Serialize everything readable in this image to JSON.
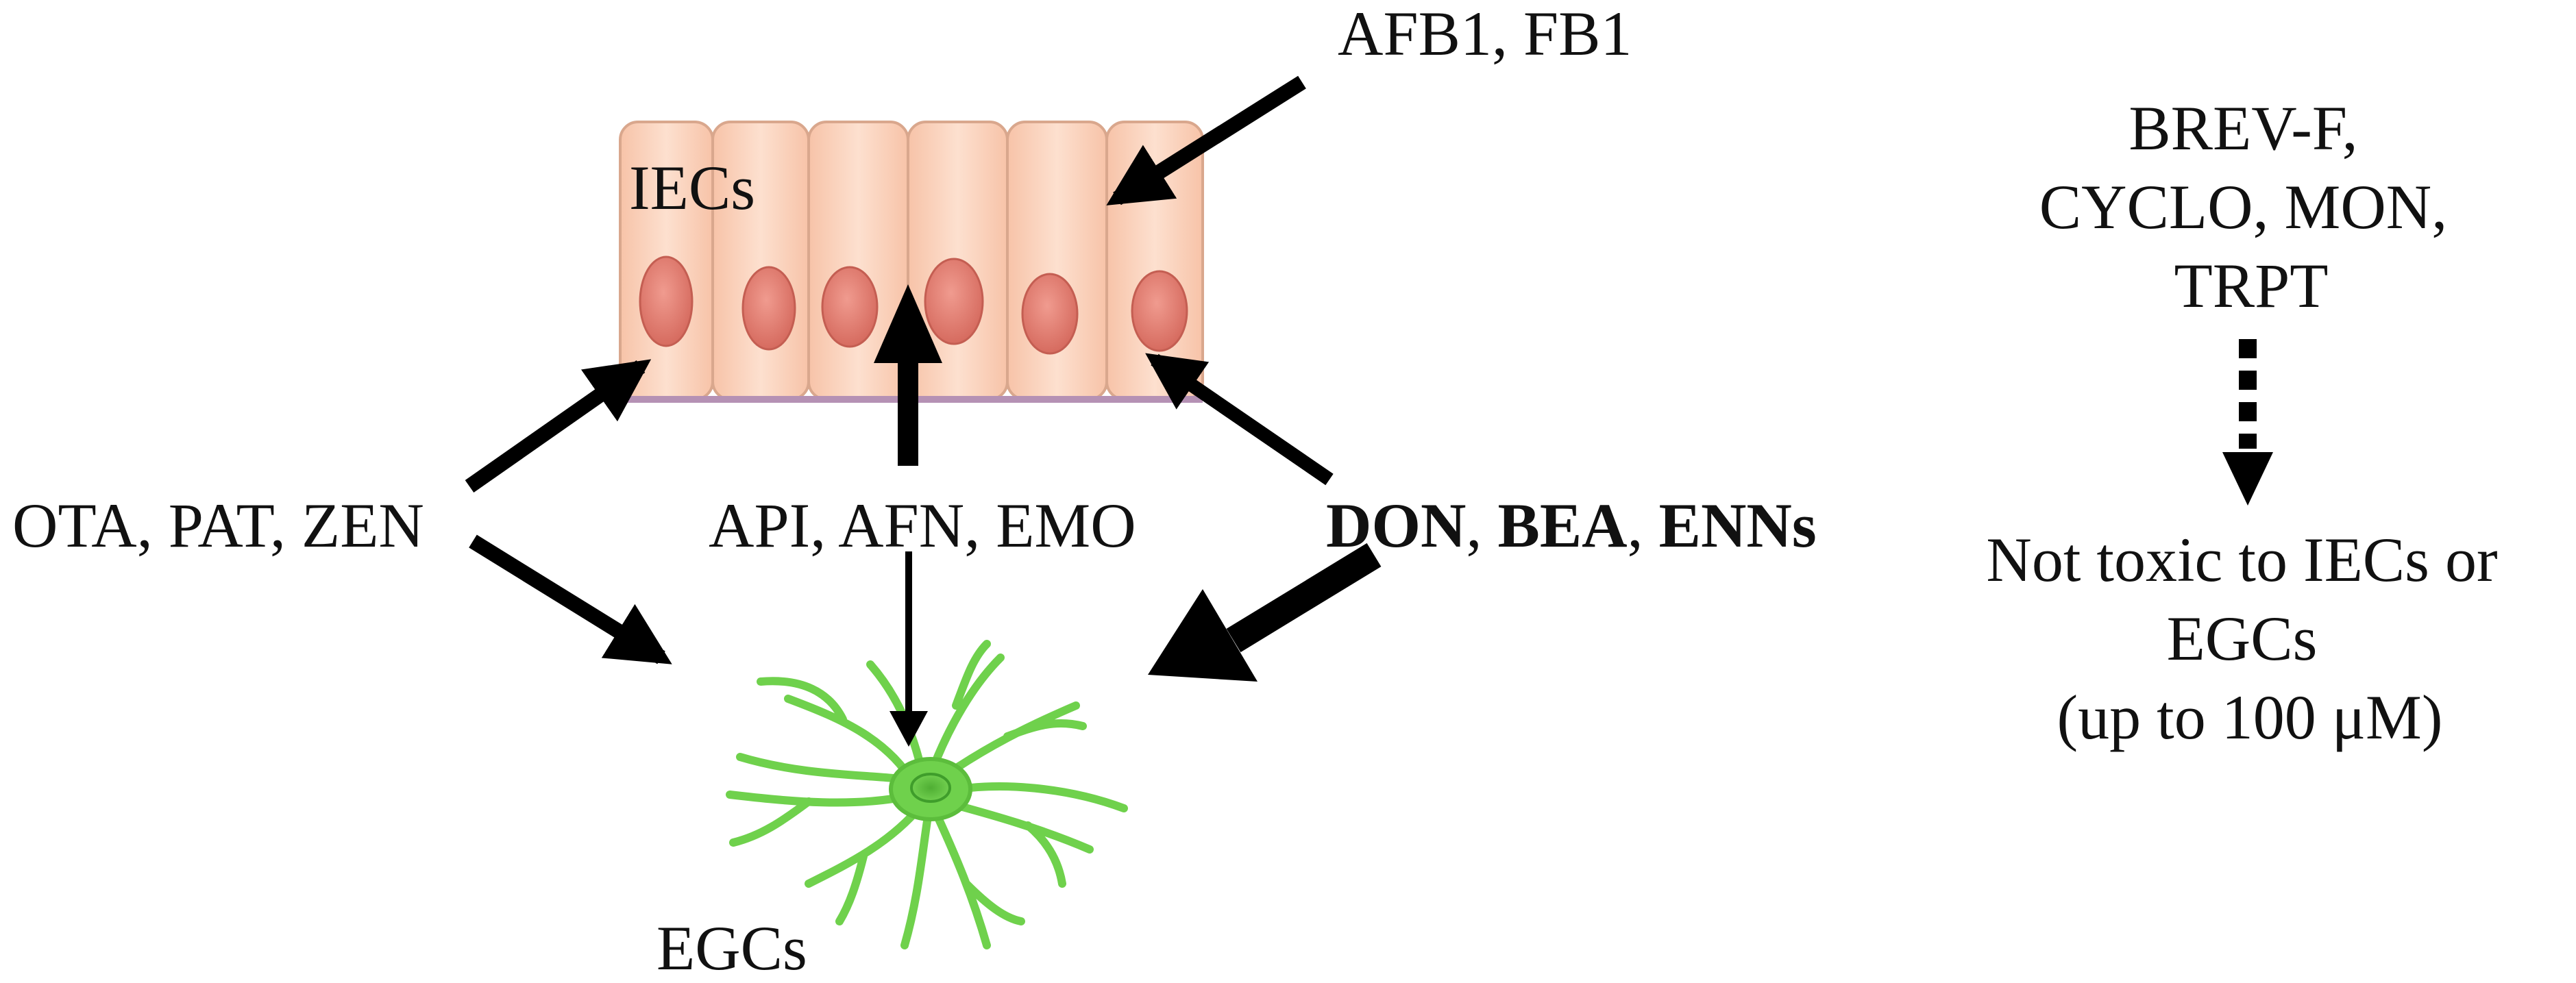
{
  "labels": {
    "iecs": "IECs",
    "egcs": "EGCs",
    "afb1_fb1": "AFB1, FB1",
    "ota_pat_zen": "OTA, PAT, ZEN",
    "api_afn_emo": "API, AFN, EMO",
    "don": "DON",
    "sep1": ", ",
    "bea": "BEA",
    "sep2": ", ",
    "enns": "ENNs",
    "nontoxic_group": [
      "BREV-F,",
      "CYCLO, MON,",
      "TRPT"
    ],
    "nontoxic_result": [
      "Not toxic to IECs or",
      "EGCs",
      "(up to 100 μM)"
    ]
  },
  "colors": {
    "iec_cell_fill": "#fbd4bd",
    "iec_cell_stroke": "#d9a78d",
    "iec_nucleus": "#e07f72",
    "basal_membrane": "#b591b4",
    "egc_fill": "#6fd14c",
    "egc_dark": "#3f9d2b",
    "arrow": "#000000",
    "text": "#111111"
  },
  "icons": [
    "intestinal-epithelial-cells-icon",
    "enteric-glial-cell-icon"
  ]
}
